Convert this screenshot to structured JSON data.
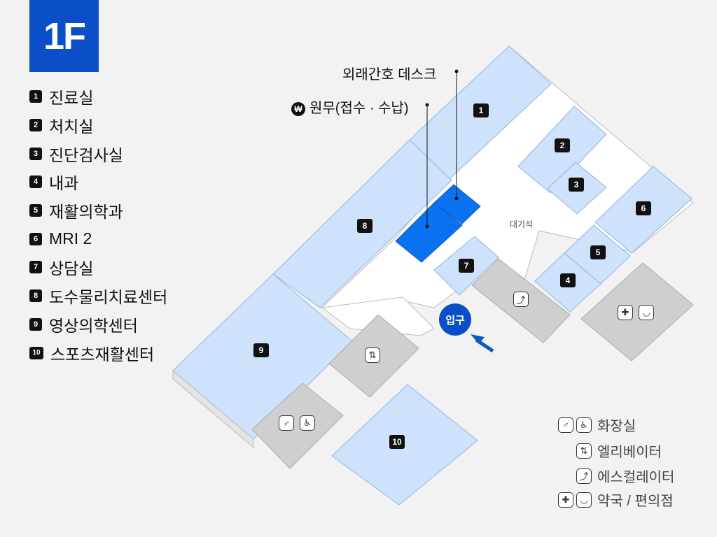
{
  "floor": "1F",
  "rooms": [
    {
      "num": "1",
      "name": "진료실"
    },
    {
      "num": "2",
      "name": "처치실"
    },
    {
      "num": "3",
      "name": "진단검사실"
    },
    {
      "num": "4",
      "name": "내과"
    },
    {
      "num": "5",
      "name": "재활의학과"
    },
    {
      "num": "6",
      "name": "MRI 2"
    },
    {
      "num": "7",
      "name": "상담실"
    },
    {
      "num": "8",
      "name": "도수물리치료센터"
    },
    {
      "num": "9",
      "name": "영상의학센터"
    },
    {
      "num": "10",
      "name": "스포츠재활센터"
    }
  ],
  "callouts": {
    "outpatient_desk": "외래간호 데스크",
    "admin_won": "₩",
    "admin": "원무(접수 · 수납)"
  },
  "map": {
    "waiting_area": "대기석",
    "entrance": "입구",
    "colors": {
      "room": "#cfe2fb",
      "room_stroke": "#8fb4e6",
      "desk": "#0a72f0",
      "facility": "#cfcfcf",
      "corridor": "#ffffff",
      "brand": "#0a4fc8"
    }
  },
  "legend": {
    "restroom": "화장실",
    "elevator": "엘리베이터",
    "escalator": "에스컬레이터",
    "pharmacy_store": "약국 / 편의점"
  },
  "icons": {
    "restroom": "restroom-icon",
    "accessible": "wheelchair-icon",
    "elevator": "elevator-icon",
    "escalator": "escalator-icon",
    "pharmacy": "pharmacy-icon",
    "store": "basket-icon"
  }
}
